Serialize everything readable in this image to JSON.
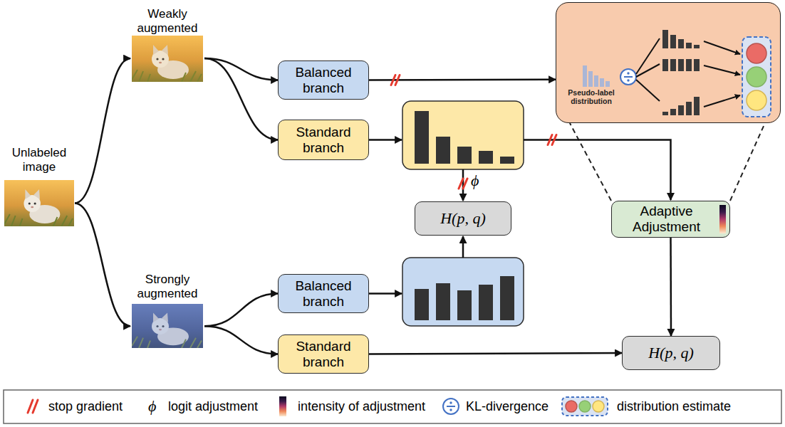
{
  "diagram": {
    "nodes": [
      {
        "text": [
          "Unlabeled image"
        ]
      },
      {
        "text": [
          "Weakly augmented"
        ]
      },
      {
        "text": [
          "Strongly augmented"
        ]
      },
      {
        "text": [
          "Balanced branch"
        ]
      },
      {
        "text": [
          "Standard branch"
        ]
      },
      {
        "text": [
          "Pseudo-label distribution"
        ]
      },
      {
        "text": [
          "H(p, q)"
        ]
      },
      {
        "text": [
          "Adaptive Adjustment"
        ]
      },
      {
        "text": [
          "Balanced branch"
        ]
      },
      {
        "text": [
          "Standard branch"
        ]
      },
      {
        "text": [
          "H(p, q)"
        ]
      }
    ],
    "edges": [
      {
        "from": 0,
        "to": 1,
        "arrow": "to"
      },
      {
        "from": 0,
        "to": 2,
        "arrow": "to"
      },
      {
        "from": 1,
        "to": 3,
        "arrow": "to"
      },
      {
        "from": 1,
        "to": 4,
        "arrow": "to"
      },
      {
        "from": 2,
        "to": 8,
        "arrow": "to"
      },
      {
        "from": 2,
        "to": 9,
        "arrow": "to"
      },
      {
        "from": 3,
        "to": 5,
        "arrow": "to"
      },
      {
        "from": 7,
        "to": 10,
        "arrow": "to"
      },
      {
        "from": 9,
        "to": 10,
        "arrow": "to"
      },
      {
        "from": 7,
        "to": 5,
        "arrow": "none"
      },
      {
        "from": 7,
        "to": 5,
        "arrow": "none"
      }
    ],
    "labels": [
      "ϕ",
      "ϕ"
    ],
    "legend": [
      {
        "text": "stop gradient"
      },
      {
        "text": "logit adjustment"
      },
      {
        "text": "intensity of adjustment"
      },
      {
        "text": "KL-divergence"
      },
      {
        "text": "distribution estimate"
      }
    ]
  }
}
